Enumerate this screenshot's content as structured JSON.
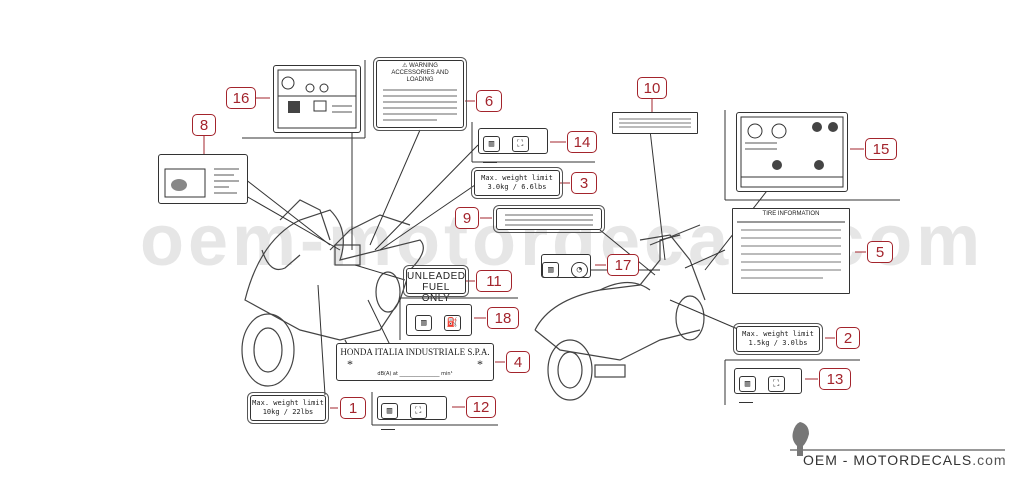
{
  "diagram": {
    "callouts": [
      "1",
      "2",
      "3",
      "4",
      "5",
      "6",
      "8",
      "9",
      "10",
      "11",
      "12",
      "13",
      "14",
      "15",
      "16",
      "17",
      "18"
    ],
    "decals": {
      "weight_limit_1": {
        "line1": "Max. weight limit",
        "line2": "10kg  / 22lbs"
      },
      "weight_limit_2": {
        "line1": "Max. weight limit",
        "line2": "1.5kg  / 3.0lbs"
      },
      "weight_limit_3": {
        "line1": "Max. weight limit",
        "line2": "3.0kg  / 6.6lbs"
      },
      "maker_plate": {
        "title": "HONDA ITALIA INDUSTRIALE S.P.A.",
        "star_left": "*",
        "star_right": "*",
        "field1": "dB(A) at",
        "field2": "min¹"
      },
      "tire_info": {
        "title": "TIRE INFORMATION"
      },
      "warning_accessories": {
        "line1": "⚠ WARNING",
        "line2": "ACCESSORIES AND LOADING"
      },
      "fuel": {
        "line1": "UNLEADED",
        "line2": "FUEL ONLY"
      }
    },
    "watermark": "oem-motordecals.com",
    "brand": {
      "prefix": "OEM - ",
      "name": "MOTORDECALS",
      "suffix": ".com"
    },
    "colors": {
      "callout": "#a3242c",
      "line": "#333333",
      "watermark": "#e6e6e6"
    }
  }
}
